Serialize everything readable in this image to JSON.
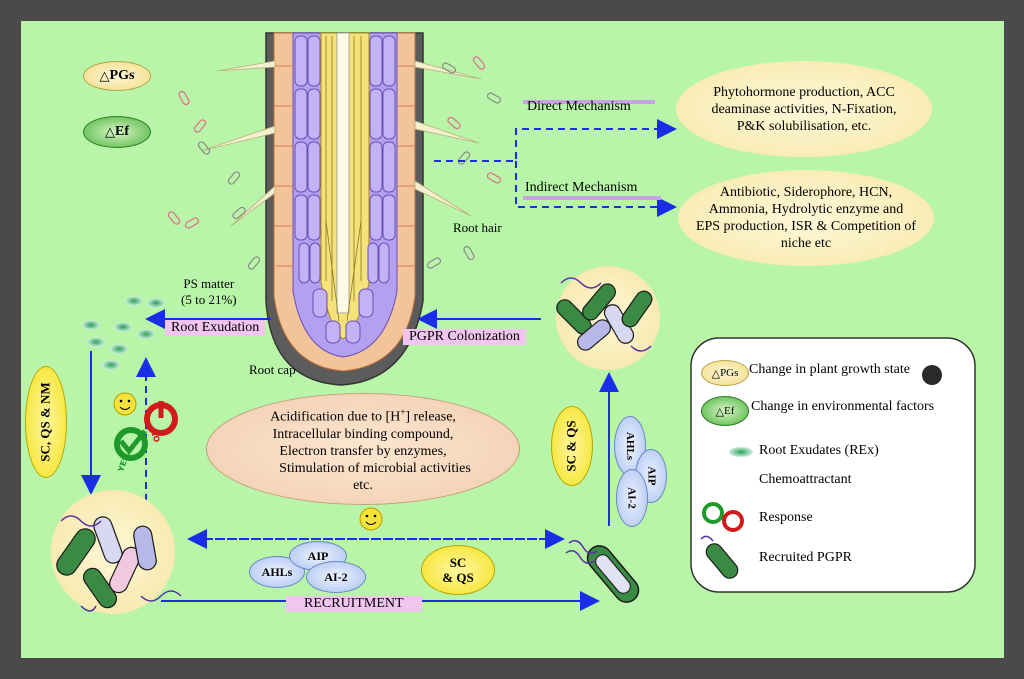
{
  "legend_badges": {
    "pgs": "PGs",
    "ef": "Ef"
  },
  "mechanisms": {
    "direct_label": "Direct Mechanism",
    "indirect_label": "Indirect Mechanism",
    "direct_text": "Phytohormone production, ACC deaminase activities, N-Fixation, P&K solubilisation, etc.",
    "indirect_text": "Antibiotic, Siderophore, HCN, Ammonia, Hydrolytic enzyme and EPS production, ISR & Competition of niche etc"
  },
  "root": {
    "root_hair": "Root hair",
    "root_cap": "Root cap",
    "ps_matter_line1": "PS matter",
    "ps_matter_line2": "(5 to 21%)"
  },
  "flow": {
    "root_exudation": "Root Exudation",
    "pgpr_colonization": "PGPR Colonization",
    "recruitment": "RECRUITMENT",
    "sc_qs_nm": "SC, QS & NM",
    "sc_qs_right": "SC & QS",
    "sc_qs_bottom_1": "SC",
    "sc_qs_bottom_2": "& QS",
    "yes": "YES",
    "on": "ON"
  },
  "signals": {
    "ahls": "AHLs",
    "aip": "AIP",
    "ai2": "AI-2"
  },
  "center_box": {
    "line1_pre": "Acidification due to [H",
    "line1_sup": "+",
    "line1_post": "] release,",
    "line2": "Intracellular binding compound,",
    "line3": "Electron transfer by enzymes,",
    "line4": "Stimulation of microbial activities",
    "line5": "etc."
  },
  "legend": {
    "pgs_label": "Change in plant growth state",
    "ef_label": "Change in environmental factors",
    "rex_label": "Root Exudates (REx)",
    "chemo_label": "Chemoattractant",
    "response_label": "Response",
    "recruited_label": "Recruited PGPR",
    "pgs_badge": "PGs",
    "ef_badge": "Ef"
  },
  "colors": {
    "background": "#b8f5a8",
    "frame": "#4a4a4a",
    "arrow_blue": "#1a2ee8",
    "label_pink": "#f2c4f0",
    "cortex_purple": "#b4a0f0",
    "stele_yellow": "#f5e27a",
    "epidermis_orange": "#f3c49a",
    "cream": "#fbf0c2"
  }
}
